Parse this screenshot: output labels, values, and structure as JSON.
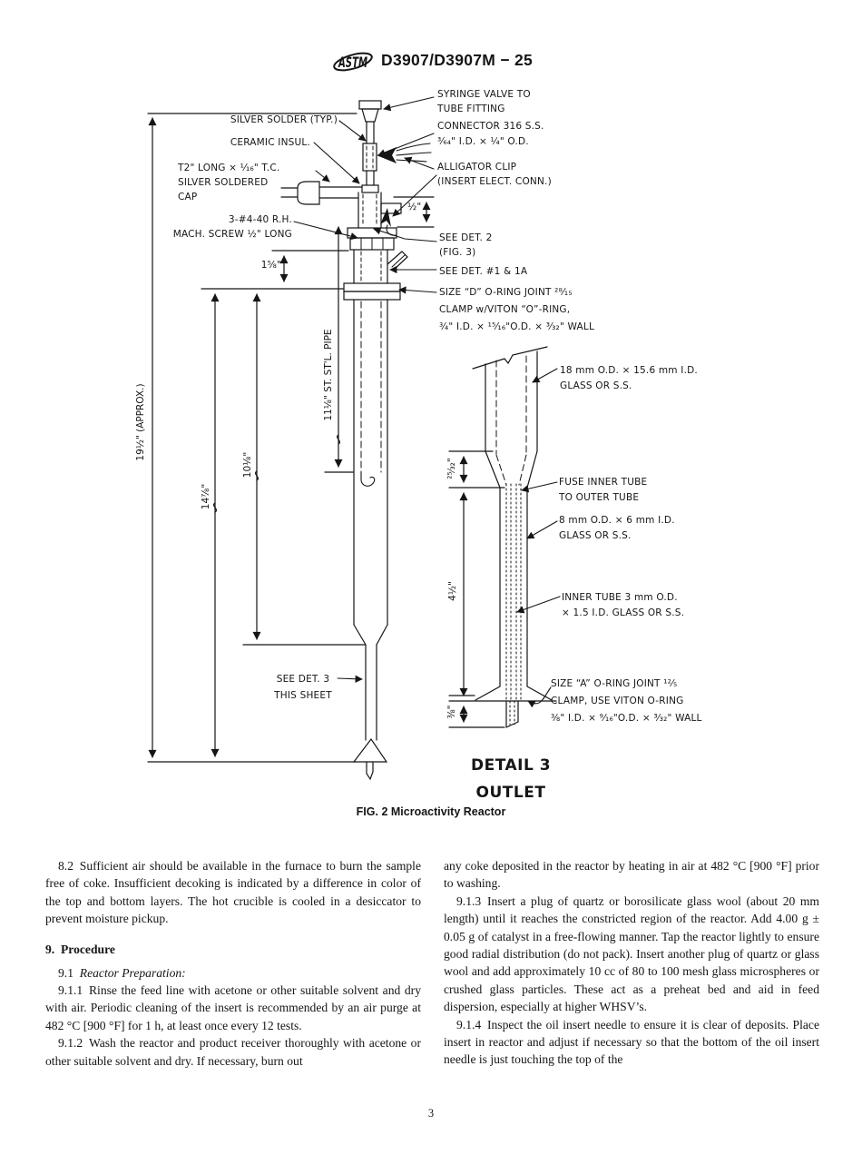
{
  "header": {
    "logo_text": "ASTM",
    "title": "D3907/D3907M − 25"
  },
  "diagram": {
    "labels": {
      "syringe_valve": [
        "SYRINGE VALVE TO",
        "TUBE FITTING"
      ],
      "silver_solder": "SILVER SOLDER (TYP.)",
      "connector": [
        "CONNECTOR 316 S.S.",
        "³⁄₆₄\" I.D. × ¼\" O.D."
      ],
      "ceramic_insul": "CERAMIC INSUL.",
      "alligator_clip": [
        "ALLIGATOR CLIP",
        "(INSERT ELECT. CONN.)"
      ],
      "tc_cap": [
        "T2\" LONG × ¹⁄₁₆\" T.C.",
        "SILVER SOLDERED",
        "CAP"
      ],
      "mach_screw": [
        "3-#4-40 R.H.",
        "MACH. SCREW ½\" LONG"
      ],
      "see_det_2": [
        "SEE DET. 2",
        "(FIG. 3)"
      ],
      "see_det_1": "SEE DET. #1 & 1A",
      "size_d_oring": [
        "SIZE “D” O-RING JOINT ²⁸⁄₁₅",
        "CLAMP w/VITON “O”-RING,",
        "¾\" I.D. × ¹⁵⁄₁₆\"O.D. × ³⁄₃₂\" WALL"
      ],
      "see_det_3": [
        "SEE DET. 3",
        "THIS SHEET"
      ],
      "glass_18mm": [
        "18 mm O.D. × 15.6 mm I.D.",
        "GLASS OR S.S."
      ],
      "fuse_tube": [
        "FUSE INNER TUBE",
        "TO OUTER TUBE"
      ],
      "glass_8mm": [
        "8 mm O.D. × 6 mm I.D.",
        "GLASS OR S.S."
      ],
      "inner_tube": [
        "INNER TUBE 3 mm O.D.",
        "× 1.5 I.D. GLASS OR S.S."
      ],
      "size_a_oring": [
        "SIZE “A” O-RING JOINT ¹²⁄₅",
        "CLAMP, USE VITON O-RING",
        "⅜\" I.D. × ⁹⁄₁₆\"O.D. × ³⁄₃₂\" WALL"
      ]
    },
    "dimensions": {
      "overall": "19½\" (APPROX.)",
      "len_14_78": "14⅞\"",
      "len_10_18": "10⅛\"",
      "pipe": "11⅛\" ST. ST'L. PIPE",
      "len_1_58": "1⅝\"",
      "len_1_2": "½\"",
      "len_25_32": "²⁵⁄₃₂\"",
      "len_4_12": "4½\"",
      "len_3_8": "⅜\""
    },
    "detail_heading": [
      "DETAIL 3",
      "OUTLET"
    ],
    "caption": "FIG. 2 Microactivity Reactor"
  },
  "body": {
    "left": {
      "p_8_2": "8.2 Sufficient air should be available in the furnace to burn the sample free of coke. Insufficient decoking is indicated by a difference in color of the top and bottom layers. The hot crucible is cooled in a desiccator to prevent moisture pickup.",
      "h_9": "9. Procedure",
      "p_9_1_num": "9.1 ",
      "p_9_1_title": "Reactor Preparation:",
      "p_9_1_1": "9.1.1 Rinse the feed line with acetone or other suitable solvent and dry with air. Periodic cleaning of the insert is recommended by an air purge at 482 °C [900 °F] for 1 h, at least once every 12 tests.",
      "p_9_1_2": "9.1.2 Wash the reactor and product receiver thoroughly with acetone or other suitable solvent and dry. If necessary, burn out"
    },
    "right": {
      "p_9_1_2_cont": "any coke deposited in the reactor by heating in air at 482 °C [900 °F] prior to washing.",
      "p_9_1_3": "9.1.3 Insert a plug of quartz or borosilicate glass wool (about 20 mm length) until it reaches the constricted region of the reactor. Add 4.00 g ± 0.05 g of catalyst in a free-flowing manner. Tap the reactor lightly to ensure good radial distribution (do not pack). Insert another plug of quartz or glass wool and add approximately 10 cc of 80 to 100 mesh glass microspheres or crushed glass particles. These act as a preheat bed and aid in feed dispersion, especially at higher WHSV’s.",
      "p_9_1_4": "9.1.4 Inspect the oil insert needle to ensure it is clear of deposits. Place insert in reactor and adjust if necessary so that the bottom of the oil insert needle is just touching the top of the"
    }
  },
  "footer": {
    "page_number": "3"
  }
}
